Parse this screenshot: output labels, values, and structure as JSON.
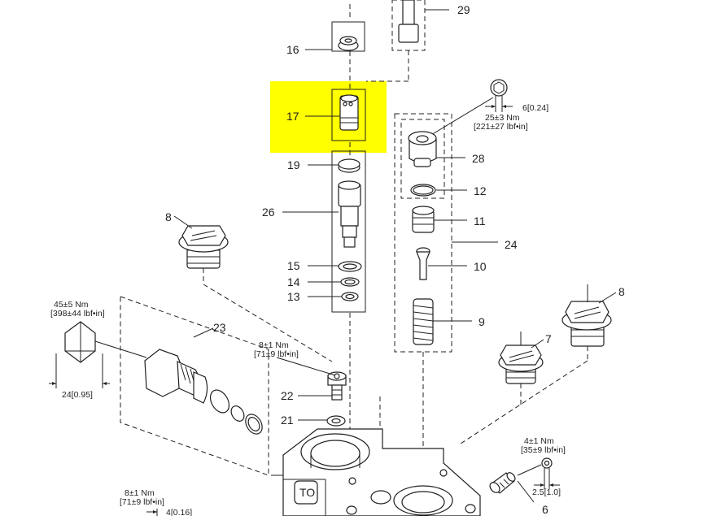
{
  "highlight_color": "#ffff00",
  "line_color": "#231f20",
  "callouts": {
    "c29": "29",
    "c16": "16",
    "c17": "17",
    "c19": "19",
    "c26": "26",
    "c15": "15",
    "c14": "14",
    "c13": "13",
    "c8_left": "8",
    "c8_right": "8",
    "c28": "28",
    "c12": "12",
    "c11": "11",
    "c24": "24",
    "c10": "10",
    "c9": "9",
    "c23": "23",
    "c22": "22",
    "c21": "21",
    "c7": "7",
    "c6": "6"
  },
  "annotations": {
    "torque_top_nm": "25±3 Nm",
    "torque_top_lbf": "[221±27 lbf•in]",
    "dim_top": "6[0.24]",
    "torque_left_nm": "45±5 Nm",
    "torque_left_lbf": "[398±44 lbf•in]",
    "dim_left": "24[0.95]",
    "torque_mid_nm": "8±1 Nm",
    "torque_mid_lbf": "[71±9 lbf•in]",
    "torque_right_nm": "4±1 Nm",
    "torque_right_lbf": "[35±9 lbf•in]",
    "dim_right": "2.5[1.0]",
    "torque_bottom_nm": "8±1 Nm",
    "torque_bottom_lbf": "[71±9 lbf•in]",
    "dim_bottom": "4[0.16]",
    "port_label": "TO"
  }
}
